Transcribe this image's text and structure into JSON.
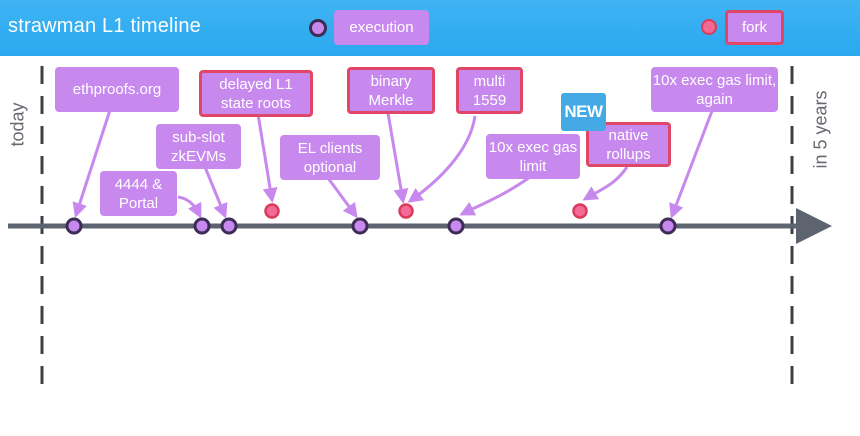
{
  "header": {
    "title": "strawman L1 timeline",
    "legend_execution": "execution",
    "legend_fork": "fork"
  },
  "axis": {
    "start_label": "today",
    "end_label": "in 5 years"
  },
  "items": [
    {
      "id": "ethproofs",
      "label": "ethproofs.org",
      "kind": "execution"
    },
    {
      "id": "portal",
      "label": "4444 & Portal",
      "kind": "execution"
    },
    {
      "id": "zkevms",
      "label": "sub-slot zkEVMs",
      "kind": "execution"
    },
    {
      "id": "state-roots",
      "label": "delayed L1 state roots",
      "kind": "fork"
    },
    {
      "id": "el-clients",
      "label": "EL clients optional",
      "kind": "execution"
    },
    {
      "id": "merkle",
      "label": "binary Merkle",
      "kind": "fork"
    },
    {
      "id": "multi1559",
      "label": "multi 1559",
      "kind": "fork"
    },
    {
      "id": "gas10x",
      "label": "10x exec gas limit",
      "kind": "execution"
    },
    {
      "id": "rollups",
      "label": "native rollups",
      "kind": "fork"
    },
    {
      "id": "gas10x-again",
      "label": "10x exec gas limit, again",
      "kind": "execution"
    }
  ],
  "badge": "NEW",
  "colors": {
    "header": "#2aa8ef",
    "execution": "#c889ef",
    "fork_border": "#e04668",
    "axis": "#5d6470"
  }
}
